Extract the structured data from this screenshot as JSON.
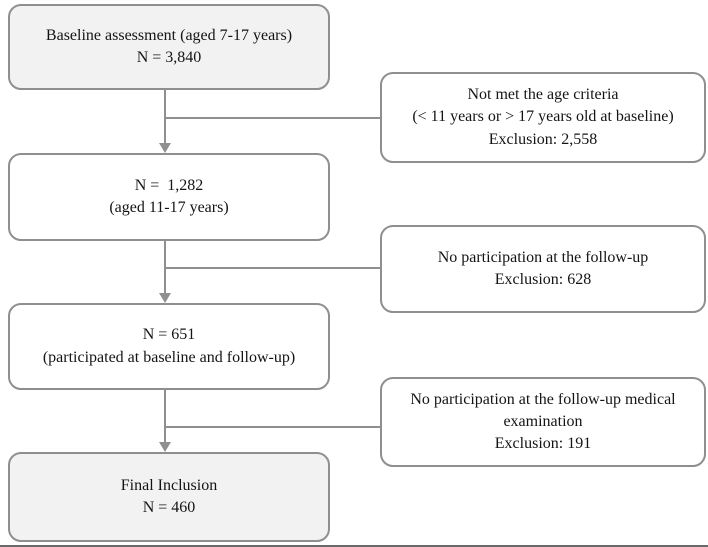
{
  "figure": {
    "kind": "participant-flow-diagram"
  },
  "colors": {
    "box_border": "#8f8f8f",
    "connector_line": "#8f8f8f",
    "shaded_box_fill": "#f2f2f2",
    "plain_box_fill": "#ffffff",
    "text": "#141414",
    "bottom_rule": "#6a6a6a"
  },
  "main_boxes": [
    {
      "id": "baseline",
      "shaded": true,
      "lines": [
        "Baseline assessment (aged 7-17 years)",
        "N = 3,840"
      ]
    },
    {
      "id": "age-filtered",
      "shaded": false,
      "lines": [
        "N =  1,282",
        "(aged 11-17 years)"
      ]
    },
    {
      "id": "followup",
      "shaded": false,
      "lines": [
        "N = 651",
        "(participated at baseline and follow-up)"
      ]
    },
    {
      "id": "final-inclusion",
      "shaded": true,
      "lines": [
        "Final Inclusion",
        "N = 460"
      ]
    }
  ],
  "exclusion_boxes": [
    {
      "id": "age-exclusion",
      "lines": [
        "Not met the age criteria",
        "(< 11 years or > 17 years old at baseline)",
        "Exclusion: 2,558"
      ]
    },
    {
      "id": "followup-exclusion",
      "lines": [
        "No participation at the follow-up",
        "Exclusion: 628"
      ]
    },
    {
      "id": "medical-exclusion",
      "lines": [
        "No participation at the follow-up medical",
        "examination",
        "Exclusion: 191"
      ]
    }
  ]
}
